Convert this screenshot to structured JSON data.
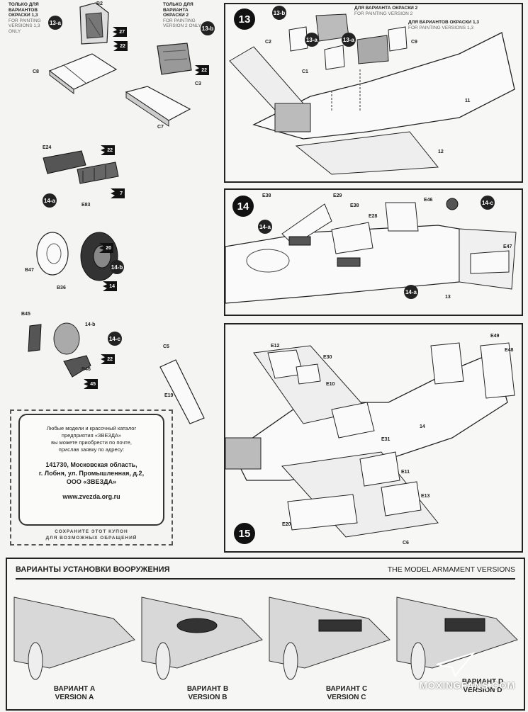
{
  "top_left": {
    "note_13a": {
      "ru": "ТОЛЬКО ДЛЯ ВАРИАНТОВ ОКРАСКИ 1,3",
      "en": "FOR PAINTING VERSIONS 1,3 ONLY"
    },
    "badge_13a": "13-a",
    "labels_13a": [
      "B2",
      "C8"
    ],
    "stars_13a": [
      "27",
      "22"
    ],
    "note_13b": {
      "ru": "ТОЛЬКО ДЛЯ ВАРИАНТА ОКРАСКИ 2",
      "en": "FOR PAINTING VERSION 2 ONLY"
    },
    "badge_13b": "13-b",
    "labels_13b": [
      "C3",
      "C7"
    ],
    "stars_13b": [
      "22"
    ],
    "badge_14a": "14-a",
    "labels_14a": [
      "E24",
      "E83"
    ],
    "stars_14a": [
      "22",
      "7"
    ],
    "badge_14b": "14-b",
    "labels_14b": [
      "B47",
      "B36"
    ],
    "stars_14b": [
      "20",
      "14"
    ],
    "badge_14c": "14-c",
    "labels_14c": [
      "B45",
      "B46",
      "14-b"
    ],
    "stars_14c": [
      "22",
      "45"
    ]
  },
  "step13": {
    "number": "13",
    "badges": [
      "13-b",
      "13-a",
      "13-a"
    ],
    "labels": [
      "C2",
      "C1",
      "C9",
      "11",
      "12"
    ],
    "note_v2": {
      "ru": "ДЛЯ ВАРИАНТА ОКРАСКИ 2",
      "en": "FOR PAINTING VERSION 2"
    },
    "note_v13": {
      "ru": "ДЛЯ ВАРИАНТОВ ОКРАСКИ 1,3",
      "en": "FOR PAINTING VERSIONS 1,3"
    }
  },
  "step14": {
    "number": "14",
    "badges": [
      "14-a",
      "14-c",
      "14-a"
    ],
    "labels": [
      "E38",
      "E29",
      "E38",
      "E28",
      "E46",
      "E47",
      "13"
    ]
  },
  "step15": {
    "number": "15",
    "labels": [
      "C5",
      "E12",
      "E30",
      "E10",
      "E19",
      "E49",
      "E48",
      "14",
      "E31",
      "E11",
      "E13",
      "E20",
      "C6"
    ]
  },
  "coupon": {
    "line1": "Любые модели и красочный каталог",
    "line2": "предприятия «ЗВЕЗДА»",
    "line3": "вы можете приобрести по почте,",
    "line4": "прислав заявку по адресу:",
    "addr1": "141730, Московская область,",
    "addr2": "г. Лобня, ул. Промышленная, д.2,",
    "addr3": "ООО «ЗВЕЗДА»",
    "website": "www.zvezda.org.ru",
    "footer1": "СОХРАНИТЕ ЭТОТ КУПОН",
    "footer2": "ДЛЯ ВОЗМОЖНЫХ ОБРАЩЕНИЙ"
  },
  "armament": {
    "title_ru": "ВАРИАНТЫ УСТАНОВКИ ВООРУЖЕНИЯ",
    "title_en": "THE MODEL ARMAMENT VERSIONS",
    "variants": [
      {
        "ru": "ВАРИАНТ  A",
        "en": "VERSION  A"
      },
      {
        "ru": "ВАРИАНТ  B",
        "en": "VERSION  B"
      },
      {
        "ru": "ВАРИАНТ  C",
        "en": "VERSION  C"
      },
      {
        "ru": "ВАРИАНТ  D",
        "en": "VERSION  D"
      }
    ]
  },
  "watermark": "MOXINGFANS.COM"
}
